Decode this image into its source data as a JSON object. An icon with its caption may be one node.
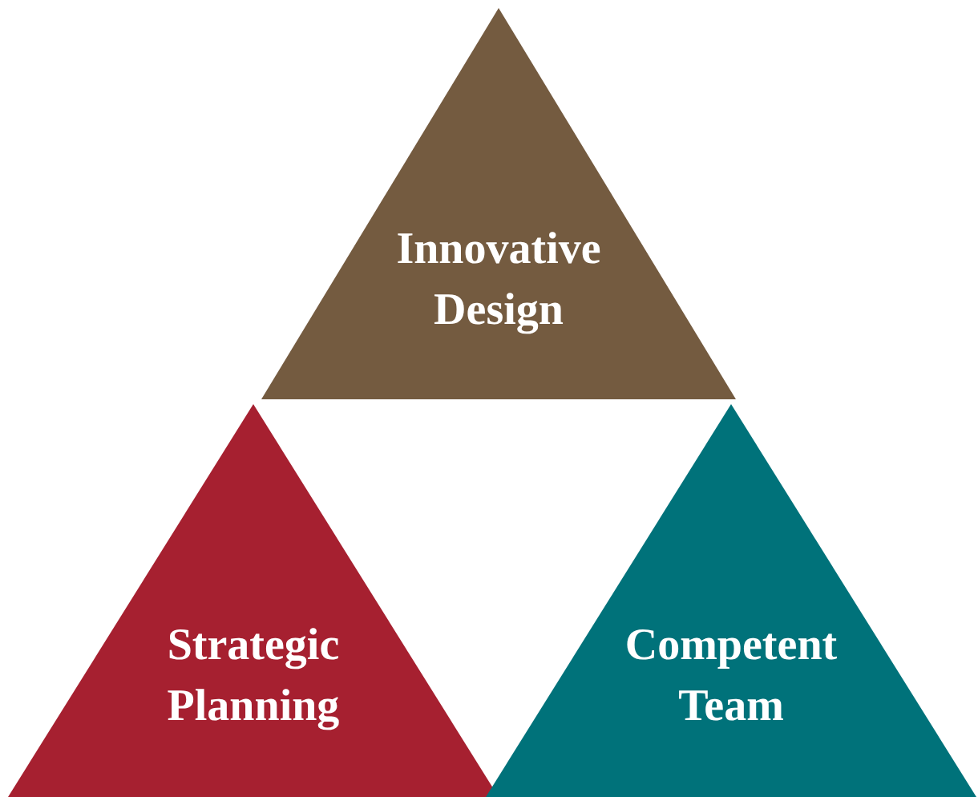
{
  "diagram": {
    "nodes": [
      {
        "text": [
          "Innovative Design"
        ]
      },
      {
        "text": [
          "Strategic Planning"
        ]
      },
      {
        "text": [
          "Competent Team"
        ]
      }
    ],
    "edges": []
  }
}
